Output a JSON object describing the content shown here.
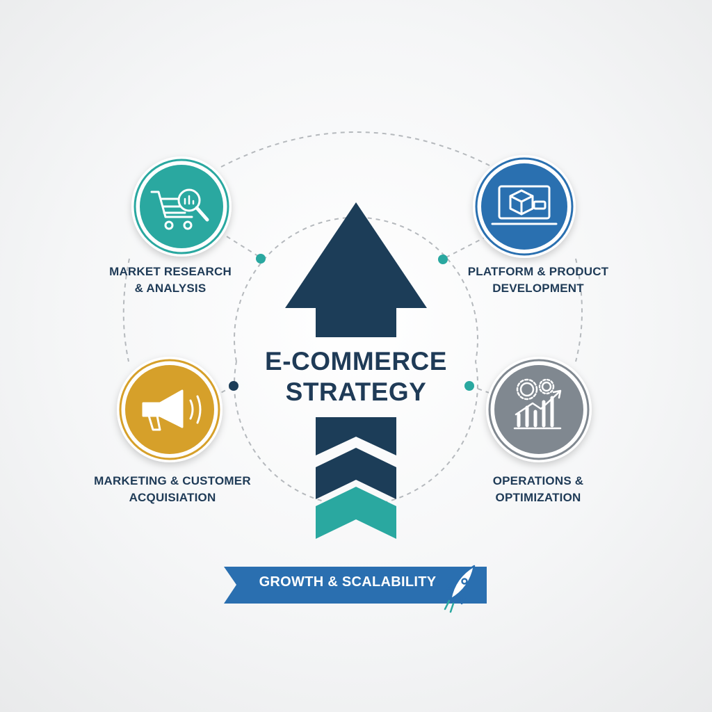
{
  "center": {
    "line1": "E-COMMERCE",
    "line2": "STRATEGY"
  },
  "nodes": [
    {
      "id": "market",
      "line1": "MARKET RESEARCH",
      "line2": "& ANALYSIS",
      "color": "#2aa8a0",
      "icon": "cart-magnifier-icon"
    },
    {
      "id": "platform",
      "line1": "PLATFORM & PRODUCT",
      "line2": "DEVELOPMENT",
      "color": "#2a6fb0",
      "icon": "laptop-box-icon"
    },
    {
      "id": "marketing",
      "line1": "MARKETING & CUSTOMER",
      "line2": "ACQUISIATION",
      "color": "#d6a02a",
      "icon": "megaphone-icon"
    },
    {
      "id": "operations",
      "line1": "OPERATIONS &",
      "line2": "OPTIMIZATION",
      "color": "#808890",
      "icon": "gears-chart-icon"
    }
  ],
  "banner": {
    "text": "GROWTH & SCALABILITY",
    "color": "#2a6fb0",
    "icon": "rocket-icon"
  },
  "colors": {
    "navy": "#1c3d58",
    "teal": "#2aa8a0",
    "dots": "#b5b9bd"
  }
}
